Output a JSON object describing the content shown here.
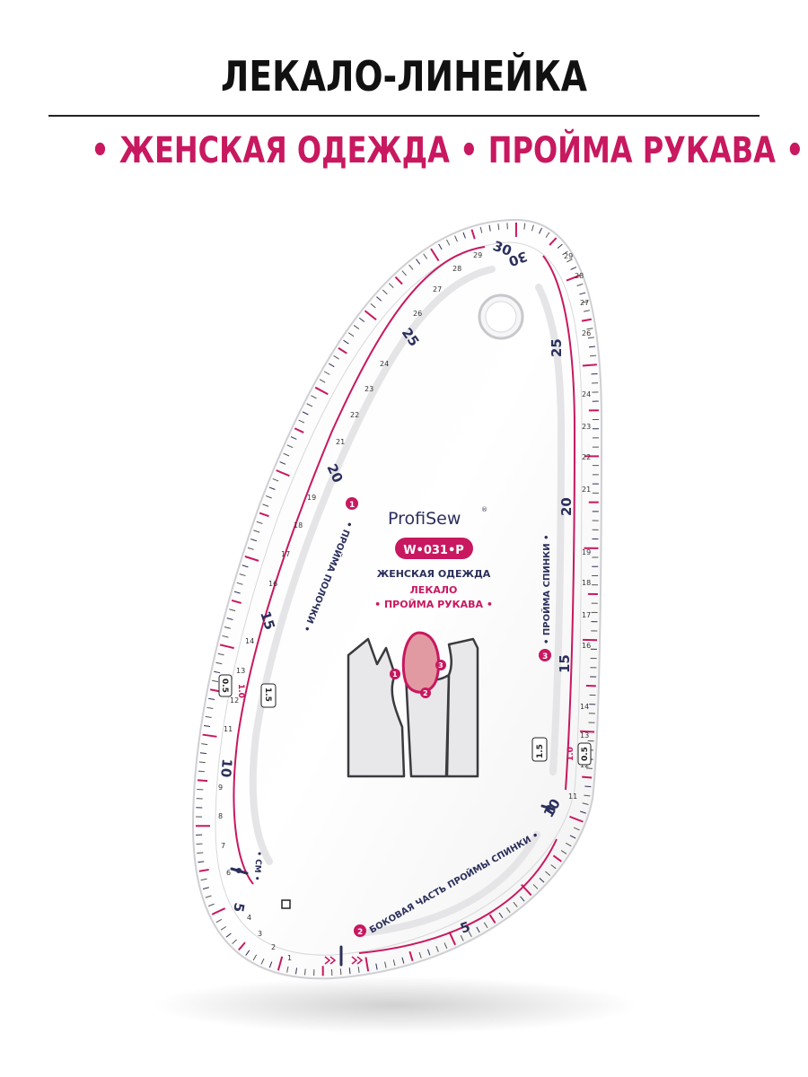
{
  "colors": {
    "accent": "#c8185f",
    "navy": "#2b2f5c",
    "text": "#222222"
  },
  "header": {
    "title": "ЛЕКАЛО-ЛИНЕЙКА",
    "bullet": "•",
    "subtitle_1": "ЖЕНСКАЯ ОДЕЖДА",
    "subtitle_2": "ПРОЙМА РУКАВА"
  },
  "ruler": {
    "brand": "ProfiSew",
    "registered": "®",
    "model": "W•031•P",
    "category": "ЖЕНСКАЯ ОДЕЖДА",
    "line1": "ЛЕКАЛО",
    "line2": "• ПРОЙМА РУКАВА •",
    "label_front": "• ПРОЙМА ПОЛОЧКИ •",
    "label_back": "• ПРОЙМА СПИНКИ •",
    "label_side": "БОКОВАЯ ЧАСТЬ ПРОЙМЫ СПИНКИ •",
    "num_1": "1",
    "num_2": "2",
    "num_3": "3",
    "unit": "• СМ •",
    "offset_15": "1.5",
    "offset_10": "1.0",
    "offset_05": "0.5",
    "left_major": [
      "5",
      "10",
      "15",
      "20",
      "25",
      "30"
    ],
    "right_major": [
      "5",
      "10",
      "15",
      "20",
      "25",
      "30"
    ],
    "left_minor": [
      "1",
      "2",
      "3",
      "4",
      "6",
      "7",
      "8",
      "9",
      "11",
      "12",
      "13",
      "14",
      "16",
      "17",
      "18",
      "19",
      "21",
      "22",
      "23",
      "24",
      "26",
      "27",
      "28",
      "29"
    ],
    "right_minor": [
      "11",
      "12",
      "13",
      "14",
      "16",
      "17",
      "18",
      "19",
      "21",
      "22",
      "23",
      "24",
      "26",
      "27",
      "28",
      "29"
    ]
  }
}
